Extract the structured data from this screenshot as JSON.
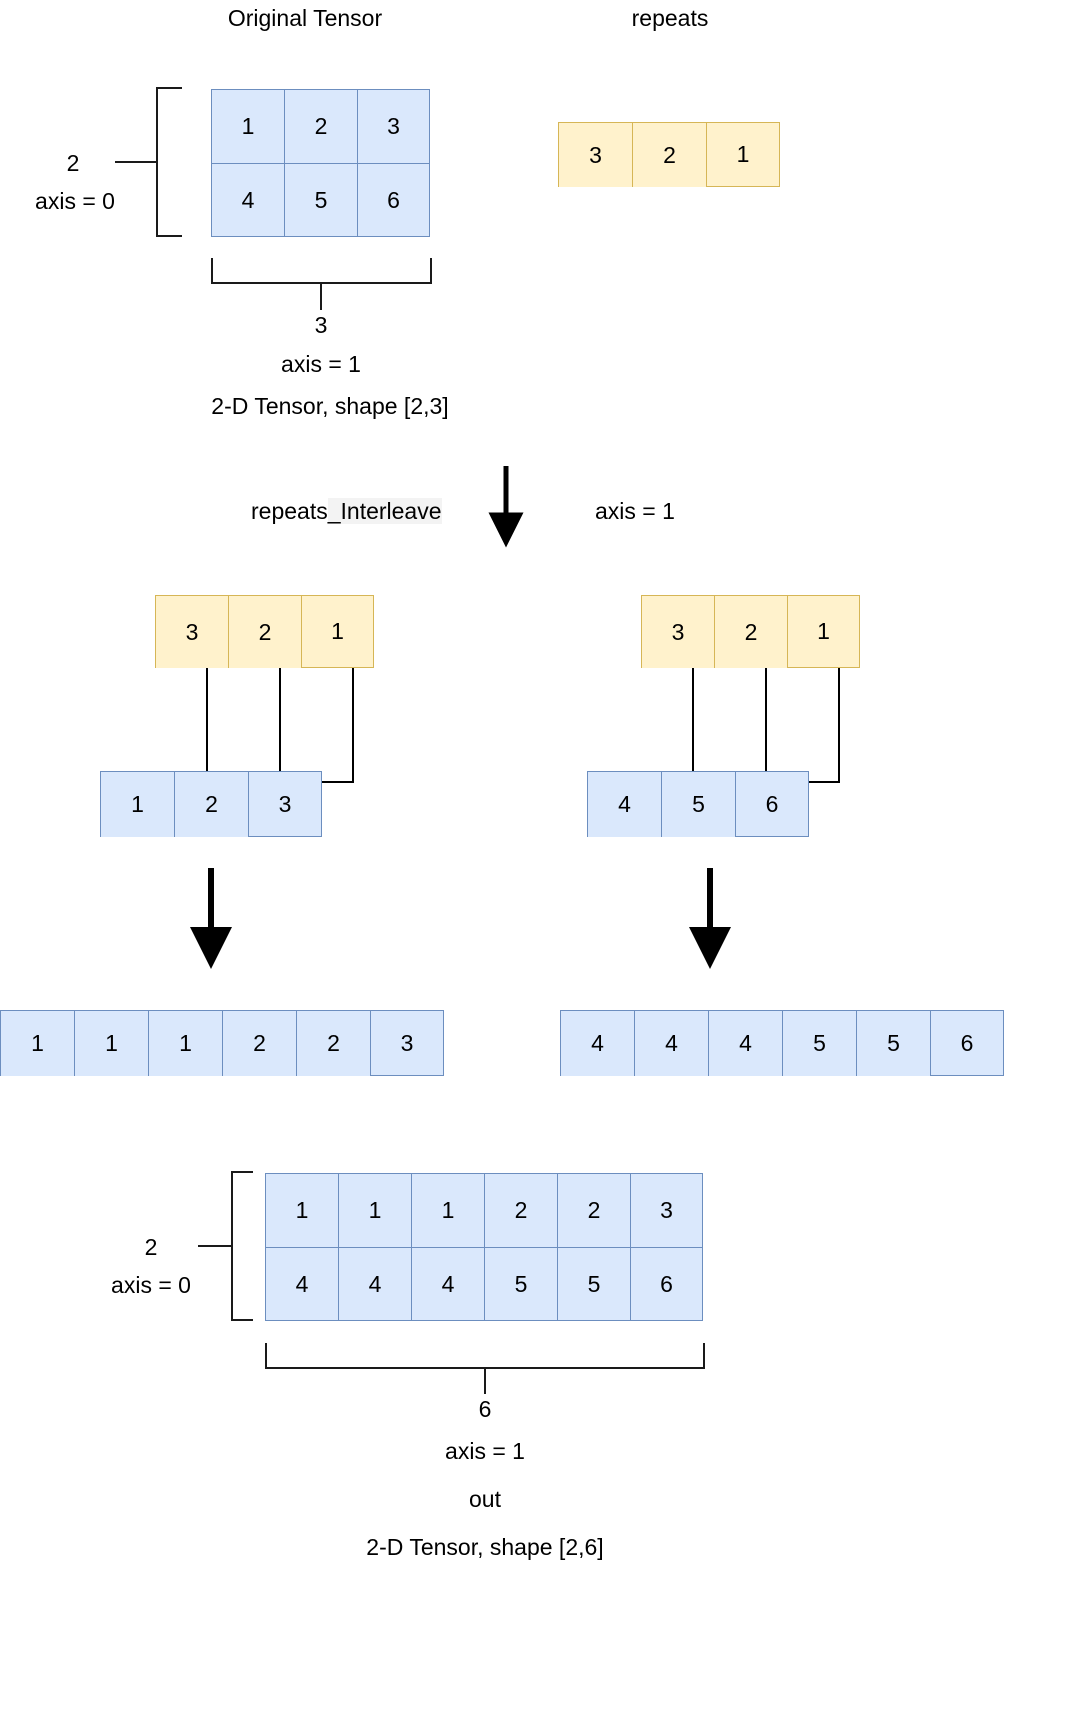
{
  "titles": {
    "original_tensor": "Original Tensor",
    "repeats": "repeats"
  },
  "original": {
    "rows": [
      [
        "1",
        "2",
        "3"
      ],
      [
        "4",
        "5",
        "6"
      ]
    ],
    "axis0_size": "2",
    "axis0_label": "axis = 0",
    "axis1_size": "3",
    "axis1_label": "axis = 1",
    "shape_caption": "2-D Tensor, shape [2,3]"
  },
  "repeats_top": {
    "values": [
      "3",
      "2",
      "1"
    ]
  },
  "op": {
    "name_prefix": "repeats",
    "name_suffix": "_Interleave",
    "axis_label": "axis = 1"
  },
  "left_branch": {
    "repeats": [
      "3",
      "2",
      "1"
    ],
    "source_row": [
      "1",
      "2",
      "3"
    ],
    "result_row": [
      "1",
      "1",
      "1",
      "2",
      "2",
      "3"
    ]
  },
  "right_branch": {
    "repeats": [
      "3",
      "2",
      "1"
    ],
    "source_row": [
      "4",
      "5",
      "6"
    ],
    "result_row": [
      "4",
      "4",
      "4",
      "5",
      "5",
      "6"
    ]
  },
  "output": {
    "rows": [
      [
        "1",
        "1",
        "1",
        "2",
        "2",
        "3"
      ],
      [
        "4",
        "4",
        "4",
        "5",
        "5",
        "6"
      ]
    ],
    "axis0_size": "2",
    "axis0_label": "axis = 0",
    "axis1_size": "6",
    "axis1_label": "axis = 1",
    "name": "out",
    "shape_caption": "2-D Tensor, shape [2,6]"
  },
  "colors": {
    "tensor_fill": "#dae8fc",
    "tensor_border": "#6c8ebf",
    "repeats_fill": "#fff2cc",
    "repeats_border": "#d6b656",
    "line": "#000000",
    "bracket": "#1a1a1a"
  }
}
